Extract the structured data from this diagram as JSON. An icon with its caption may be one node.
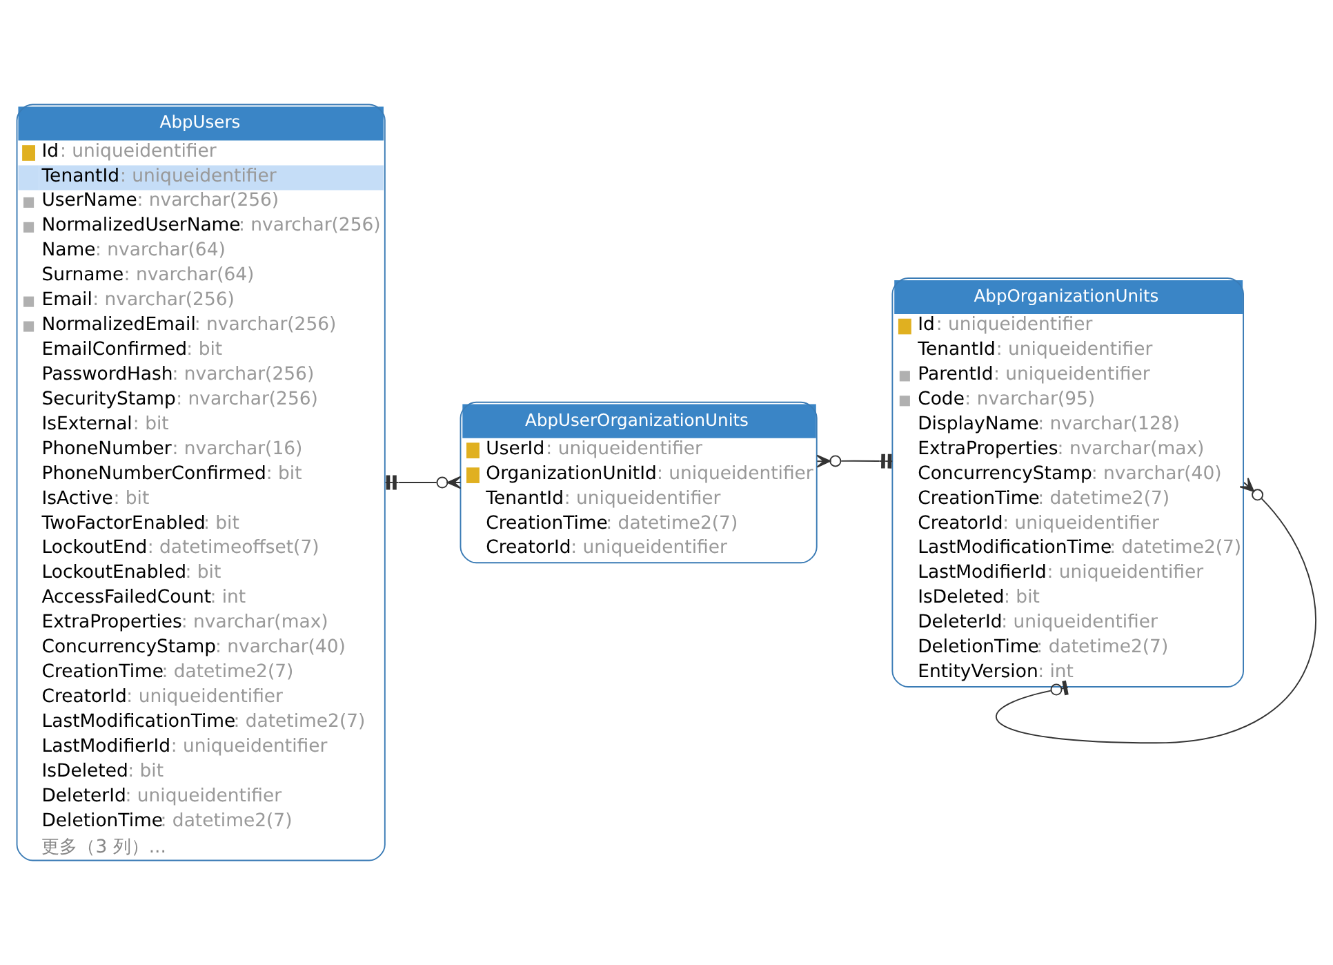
{
  "diagram": {
    "nodes": [
      {
        "text": [
          "AbpUsers",
          "Id: uniqueidentifier",
          "TenantId: uniqueidentifier",
          "UserName: nvarchar(256)",
          "NormalizedUserName: nvarchar(256)",
          "Name: nvarchar(64)",
          "Surname: nvarchar(64)",
          "Email: nvarchar(256)",
          "NormalizedEmail: nvarchar(256)",
          "EmailConfirmed: bit",
          "PasswordHash: nvarchar(256)",
          "SecurityStamp: nvarchar(256)",
          "IsExternal: bit",
          "PhoneNumber: nvarchar(16)",
          "PhoneNumberConfirmed: bit",
          "IsActive: bit",
          "TwoFactorEnabled: bit",
          "LockoutEnd: datetimeoffset(7)",
          "LockoutEnabled: bit",
          "AccessFailedCount: int",
          "ExtraProperties: nvarchar(max)",
          "ConcurrencyStamp: nvarchar(40)",
          "CreationTime: datetime2(7)",
          "CreatorId: uniqueidentifier",
          "LastModificationTime: datetime2(7)",
          "LastModifierId: uniqueidentifier",
          "IsDeleted: bit",
          "DeleterId: uniqueidentifier",
          "DeletionTime: datetime2(7)",
          "更多（3 列）..."
        ]
      },
      {
        "text": [
          "AbpUserOrganizationUnits",
          "UserId: uniqueidentifier",
          "OrganizationUnitId: uniqueidentifier",
          "TenantId: uniqueidentifier",
          "CreationTime: datetime2(7)",
          "CreatorId: uniqueidentifier"
        ]
      },
      {
        "text": [
          "AbpOrganizationUnits",
          "Id: uniqueidentifier",
          "TenantId: uniqueidentifier",
          "ParentId: uniqueidentifier",
          "Code: nvarchar(95)",
          "DisplayName: nvarchar(128)",
          "ExtraProperties: nvarchar(max)",
          "ConcurrencyStamp: nvarchar(40)",
          "CreationTime: datetime2(7)",
          "CreatorId: uniqueidentifier",
          "LastModificationTime: datetime2(7)",
          "LastModifierId: uniqueidentifier",
          "IsDeleted: bit",
          "DeleterId: uniqueidentifier",
          "DeletionTime: datetime2(7)",
          "EntityVersion: int"
        ]
      }
    ],
    "edges": [
      {
        "from": 0,
        "to": 1,
        "arrow": "other"
      },
      {
        "from": 2,
        "to": 1,
        "arrow": "other"
      },
      {
        "from": 2,
        "to": 2,
        "arrow": "other"
      }
    ]
  }
}
